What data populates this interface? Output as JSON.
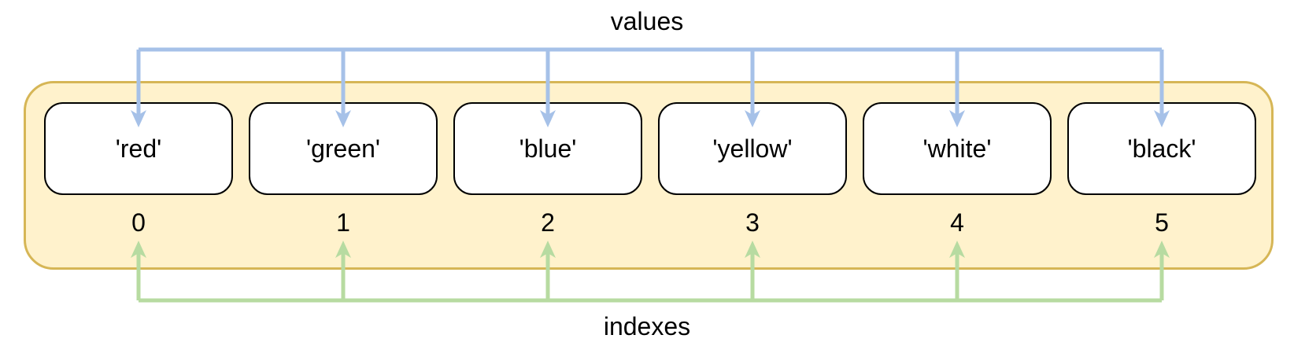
{
  "diagram": {
    "values_label": "values",
    "indexes_label": "indexes",
    "cells": [
      {
        "value": "'red'",
        "index": "0"
      },
      {
        "value": "'green'",
        "index": "1"
      },
      {
        "value": "'blue'",
        "index": "2"
      },
      {
        "value": "'yellow'",
        "index": "3"
      },
      {
        "value": "'white'",
        "index": "4"
      },
      {
        "value": "'black'",
        "index": "5"
      }
    ],
    "colors": {
      "values_arrow": "#A6C1E8",
      "indexes_arrow": "#B7DBA1",
      "container_fill": "#FFF2CC",
      "container_border": "#D6B656",
      "cell_border": "#000000",
      "text": "#000000"
    }
  }
}
